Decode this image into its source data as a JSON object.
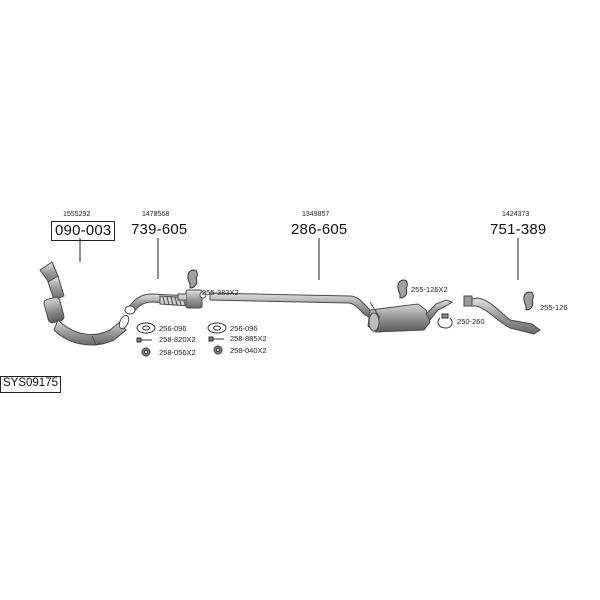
{
  "system_code": "SYS09175",
  "parts": [
    {
      "oem": "1555292",
      "part_no": "090-003",
      "name": "catalytic-converter"
    },
    {
      "oem": "1478568",
      "part_no": "739-605",
      "name": "front-pipe"
    },
    {
      "oem": "1349857",
      "part_no": "286-605",
      "name": "middle-pipe"
    },
    {
      "oem": "1424373",
      "part_no": "751-389",
      "name": "rear-tailpipe"
    }
  ],
  "accessories": {
    "a1": "255-383X2",
    "a2": "256-096",
    "a3": "258-820X2",
    "a4": "258-056X2",
    "a5": "256-096",
    "a6": "258-885X2",
    "a7": "258-040X2",
    "a8": "255-126X2",
    "a9": "250-260",
    "a10": "255-126"
  },
  "colors": {
    "pipe_fill": "#b8b8b8",
    "pipe_stroke": "#4a4a4a",
    "leader": "#222222"
  }
}
